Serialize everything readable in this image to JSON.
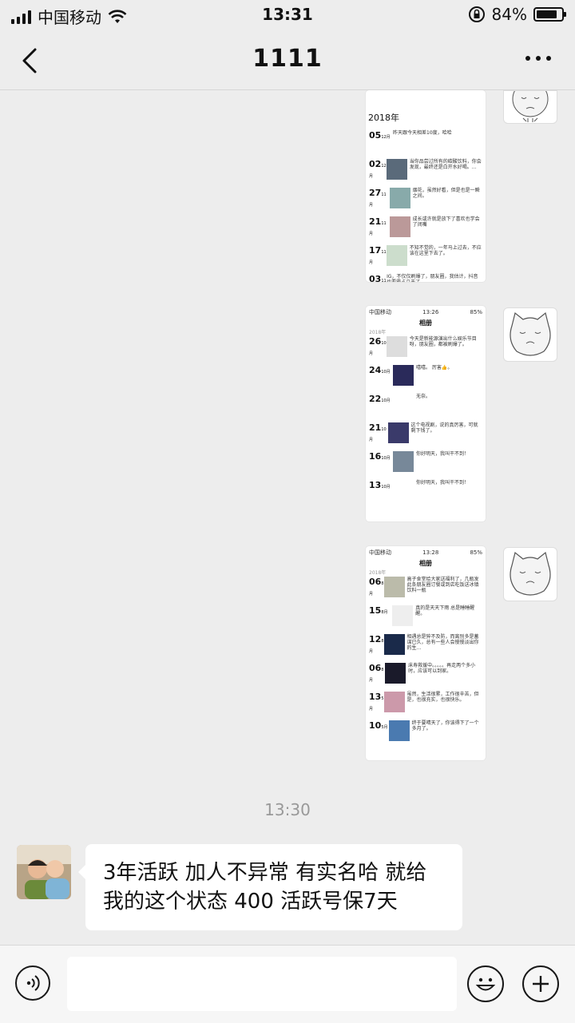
{
  "status_bar": {
    "carrier": "中国移动",
    "time": "13:31",
    "battery_percent": "84%",
    "battery_level": 0.84
  },
  "header": {
    "title": "1111"
  },
  "image_messages": [
    {
      "year_title": "2018年",
      "entries": [
        {
          "day": "05",
          "month": "12月",
          "text": "昨天跟今天相差10度，哈哈"
        },
        {
          "day": "02",
          "month": "12月",
          "text": "当你品尝过所有的碳酸饮料，你会发现，最终还是白开水好喝。..."
        },
        {
          "day": "27",
          "month": "11月",
          "text": "烟花，虽然好看，但是也是一瞬之间。"
        },
        {
          "day": "21",
          "month": "11月",
          "text": "成长或许就是放下了喜欢也学会了闭嘴"
        },
        {
          "day": "17",
          "month": "11月",
          "text": "不知不觉的，一年马上过去，不应该在这里下去了。"
        },
        {
          "day": "03",
          "month": "11月",
          "text": "IG，不仅仅刷爆了，朋友圈，我估计，抖音也要霸占几天了。"
        }
      ]
    },
    {
      "header_carrier": "中国移动",
      "header_time": "13:26",
      "header_battery": "85%",
      "title": "相册",
      "year_title": "2018年",
      "entries": [
        {
          "day": "26",
          "month": "10月",
          "text": "今天是新能源演出什么娱乐节目呀，朋友圈，都被刷爆了。"
        },
        {
          "day": "24",
          "month": "10月",
          "text": "嘻嘻。 厉害👍。"
        },
        {
          "day": "22",
          "month": "10月",
          "text": "无奈。"
        },
        {
          "day": "21",
          "month": "10月",
          "text": "这个电视剧，说的真厉害，可就剩下钱了。"
        },
        {
          "day": "16",
          "month": "10月",
          "text": "你好明天，我叫干不到！"
        },
        {
          "day": "13",
          "month": "10月",
          "text": "你好明天，我叫干不到！"
        }
      ]
    },
    {
      "header_carrier": "中国移动",
      "header_time": "13:28",
      "header_battery": "85%",
      "title": "相册",
      "year_title": "2018年",
      "entries": [
        {
          "day": "06",
          "month": "8月",
          "text": "高子食堂给大家送福利了，几瓶发此条朋友圈订餐或到店吃饭送冰镇饮料一瓶"
        },
        {
          "day": "15",
          "month": "8月",
          "text": "真的是天天下雨 总是睡睡醒醒。"
        },
        {
          "day": "12",
          "month": "8月",
          "text": "相遇总是猝不及防，而离别多是蓄谋已久，总有一些人会慢慢淡出你的生..."
        },
        {
          "day": "06",
          "month": "8月",
          "text": "床寿救援中。。。。。再走两个多小时，应该可以到家。"
        },
        {
          "day": "13",
          "month": "5月",
          "text": "虽然，生活很累，工作很辛苦，但是，也很充实，也很快乐。"
        },
        {
          "day": "10",
          "month": "5月",
          "text": "终于要晴天了，你该得下了一个多月了。"
        }
      ]
    }
  ],
  "timestamp": "13:30",
  "friend_message": {
    "text": "3年活跃  加人不异常  有实名哈  就给我的这个状态  400 活跃号保7天"
  },
  "input_bar": {
    "placeholder": ""
  }
}
